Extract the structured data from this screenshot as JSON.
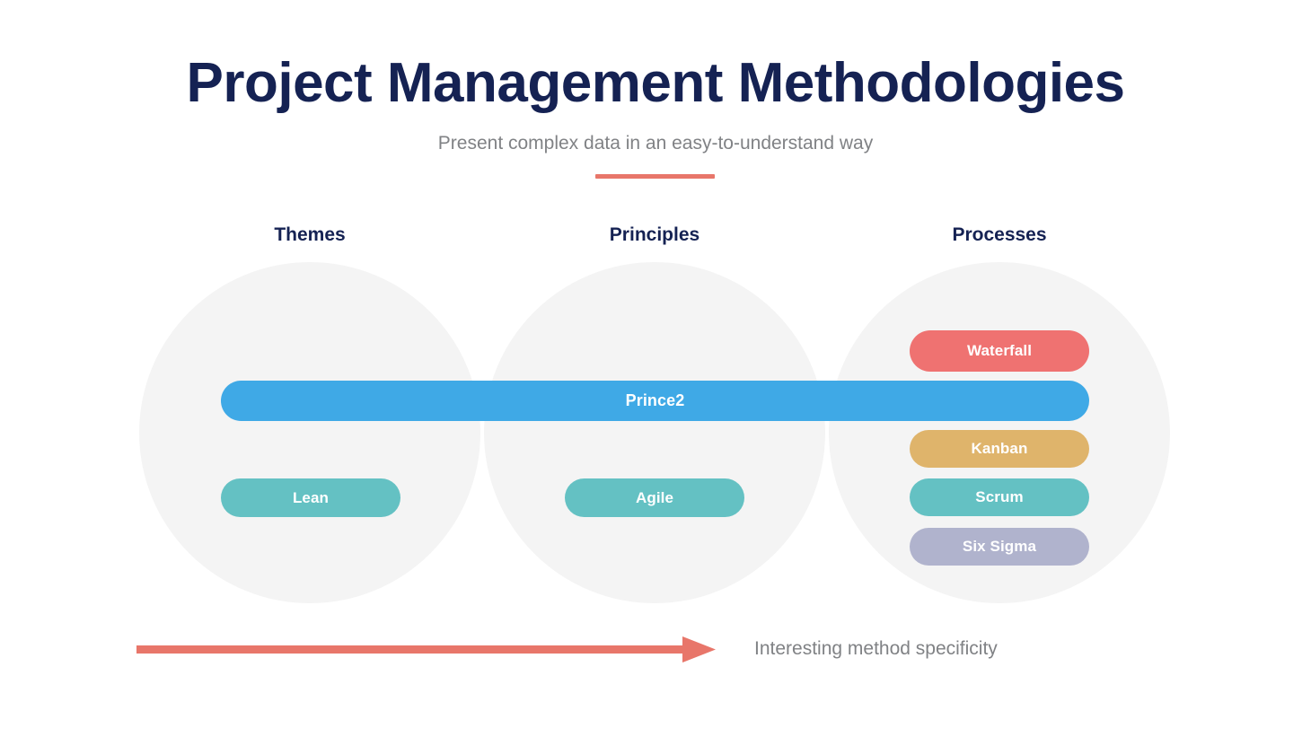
{
  "header": {
    "title": "Project Management Methodologies",
    "subtitle": "Present complex data in an easy-to-understand way",
    "accent_color": "#e8766a",
    "title_color": "#152253",
    "subtitle_color": "#808285"
  },
  "columns": [
    {
      "label": "Themes"
    },
    {
      "label": "Principles"
    },
    {
      "label": "Processes"
    }
  ],
  "circle_fill": "#f4f4f4",
  "pills": {
    "prince2": {
      "label": "Prince2",
      "color": "#3fa9e6",
      "spans": "Themes, Principles, Processes"
    },
    "waterfall": {
      "label": "Waterfall",
      "color": "#ef7271",
      "spans": "Processes"
    },
    "kanban": {
      "label": "Kanban",
      "color": "#dfb46b",
      "spans": "Processes"
    },
    "scrum": {
      "label": "Scrum",
      "color": "#64c1c3",
      "spans": "Processes"
    },
    "sixsigma": {
      "label": "Six Sigma",
      "color": "#b0b3cd",
      "spans": "Processes"
    },
    "lean": {
      "label": "Lean",
      "color": "#64c1c3",
      "spans": "Themes"
    },
    "agile": {
      "label": "Agile",
      "color": "#64c1c3",
      "spans": "Principles"
    }
  },
  "footer": {
    "caption": "Interesting method specificity",
    "arrow_color": "#e8766a",
    "caption_color": "#808285"
  }
}
